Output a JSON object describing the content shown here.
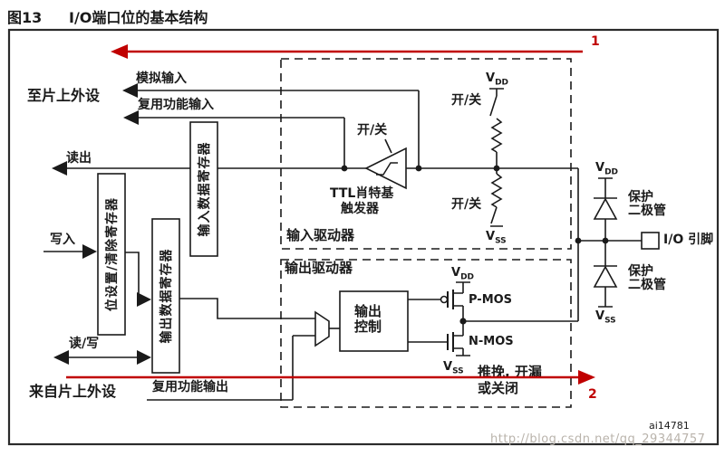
{
  "header": {
    "figure_label": "图13",
    "figure_title": "I/O端口位的基本结构"
  },
  "left": {
    "to_peripheral": "至片上外设",
    "analog_input": "模拟输入",
    "alt_func_input": "复用功能输入",
    "read": "读出",
    "write": "写入",
    "read_write": "读/写",
    "from_peripheral": "来自片上外设",
    "alt_func_output": "复用功能输出"
  },
  "registers": {
    "input_data": "输入数据寄存器",
    "bit_set_clear": "位设置/清除寄存器",
    "output_data": "输出数据寄存器"
  },
  "input_driver": {
    "label": "输入驱动器",
    "on_off": "开/关",
    "schmitt_line1": "TTL肖特基",
    "schmitt_line2": "触发器"
  },
  "output_driver": {
    "label": "输出驱动器",
    "control_line1": "输出",
    "control_line2": "控制",
    "pmos": "P-MOS",
    "nmos": "N-MOS",
    "mode_line1": "推挽, 开漏",
    "mode_line2": "或关闭"
  },
  "pin_area": {
    "protect_line1": "保护",
    "protect_line2": "二极管",
    "io_pin": "I/O 引脚"
  },
  "power": {
    "v": "V",
    "dd": "DD",
    "ss": "SS"
  },
  "annotations": {
    "arrow1": "1",
    "arrow2": "2",
    "figure_code": "ai14781",
    "watermark": "http://blog.csdn.net/qq_29344757"
  },
  "colors": {
    "accent_red": "#c00000",
    "line": "#1a1a1a",
    "watermark_gray": "#b9b3ab"
  }
}
